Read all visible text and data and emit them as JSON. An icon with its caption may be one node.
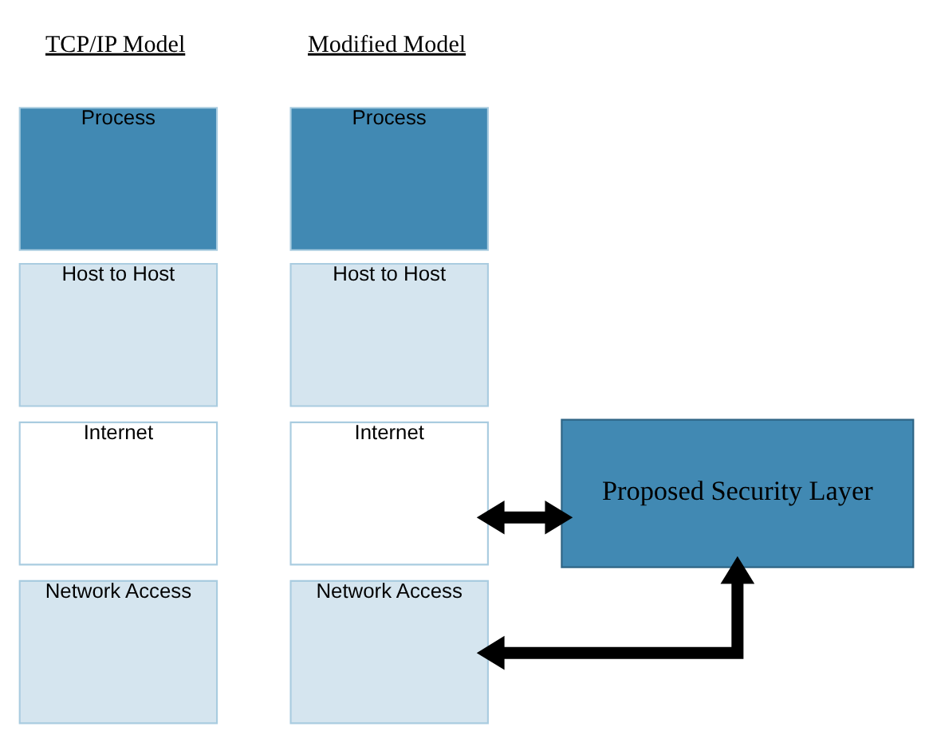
{
  "diagram": {
    "nodes": [
      {
        "text": [
          "Process"
        ]
      },
      {
        "text": [
          "Host to Host"
        ]
      },
      {
        "text": [
          "Internet"
        ]
      },
      {
        "text": [
          "Network Access"
        ]
      },
      {
        "text": [
          "Process"
        ]
      },
      {
        "text": [
          "Host to Host"
        ]
      },
      {
        "text": [
          "Internet"
        ]
      },
      {
        "text": [
          "Network Access"
        ]
      },
      {
        "text": [
          "Proposed Security Layer"
        ]
      }
    ],
    "edges": [
      {
        "from": 6,
        "to": 8,
        "arrow": "both"
      },
      {
        "from": 7,
        "to": 8,
        "arrow": "both"
      }
    ],
    "labels": [
      "TCP/IP Model",
      "Modified Model"
    ]
  }
}
